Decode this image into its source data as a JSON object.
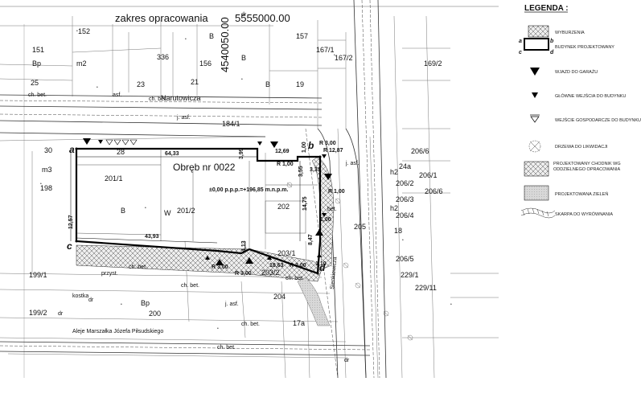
{
  "header": {
    "zakres": "zakres opracowania",
    "coord": "5555000.00"
  },
  "coord_vertical": "4540050.00",
  "obreb": "Obręb nr 0022",
  "elevation": "±0,00 p.p.p.=+196,85 m.n.p.m.",
  "street_top": "Narutowicza",
  "street_bottom": "Aleje Marszałka Józefa Piłsudskiego",
  "street_right": "Sienkiewicza",
  "corners": {
    "a": "a",
    "b": "b",
    "c": "c",
    "d": "d"
  },
  "dimensions": {
    "d1": "64,33",
    "d2": "3,99",
    "d3": "12,69",
    "d4": "1,00",
    "d5": "R 3,00",
    "d6": "R 12,87",
    "d7": "R 1,00",
    "d8": "3,55",
    "d9": "3,31",
    "d10": "R 1,00",
    "d11": "14,75",
    "d12": "1,00",
    "d13": "8,47",
    "d14": "12,57",
    "d15": "43,93",
    "d16": "4,13",
    "d17": "R 3,00",
    "d18": "R 3,00",
    "d19": "18,63",
    "d20": "R 3,00",
    "d21": "1,10"
  },
  "parcels": {
    "p152": "152",
    "p151": "151",
    "p25": "25",
    "p23": "23",
    "p21": "21",
    "p336": "336",
    "p156": "156",
    "p157": "157",
    "p19": "19",
    "p1671": "167/1",
    "p1672": "167/2",
    "p1692": "169/2",
    "p1841": "184/1",
    "p28": "28",
    "p30": "30",
    "p198": "198",
    "p2011": "201/1",
    "p2012": "201/2",
    "p202": "202",
    "p2031": "203/1",
    "p2032": "203/2",
    "p204": "204",
    "p1991": "199/1",
    "p1992": "199/2",
    "p200": "200",
    "p17a": "17a",
    "p2066": "206/6",
    "p2061": "206/1",
    "p2062": "206/2",
    "p2063": "206/3",
    "p2064": "206/4",
    "p2065": "206/5",
    "p205": "205",
    "p24a": "24a",
    "p18": "18",
    "p2291": "229/1",
    "p22911": "229/11"
  },
  "labels": {
    "B": "B",
    "Bp": "Bp",
    "m2": "m2",
    "m3": "m3",
    "W": "W",
    "dr": "dr",
    "h2": "h2",
    "ch_bet": "ch. bet.",
    "j_asf": "j. asf.",
    "asf": "asf.",
    "przyst": "przyst.",
    "kostka": "kostka",
    "bet": "bet."
  },
  "legend": {
    "title": "LEGENDA :",
    "items": [
      {
        "label": "WYBURZENIA"
      },
      {
        "label": "BUDYNEK PROJEKTOWANY",
        "corners": [
          "a",
          "b",
          "c",
          "d"
        ]
      },
      {
        "label": "WJAZD DO GARAŻU"
      },
      {
        "label": "GŁÓWNE WEJŚCIA DO BUDYNKU"
      },
      {
        "label": "WEJŚCIE GOSPODARCZE DO BUDYNKU"
      },
      {
        "label": "DRZEWA  DO LIKWIDACJI"
      },
      {
        "label": "PROJEKTOWANY CHODNIK WG ODDZIELNEGO OPRACOWANIA"
      },
      {
        "label": "PROJEKTOWANA ZIELEŃ"
      },
      {
        "label": "SKARPA DO WYRÓWNANIA"
      }
    ]
  }
}
